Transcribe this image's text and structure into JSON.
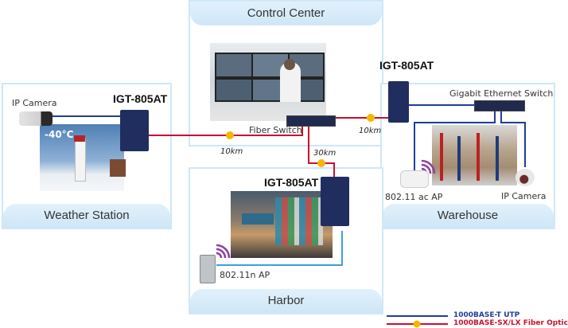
{
  "zones": {
    "control_center": {
      "label": "Control Center"
    },
    "weather_station": {
      "label": "Weather Station"
    },
    "warehouse": {
      "label": "Warehouse"
    },
    "harbor": {
      "label": "Harbor"
    }
  },
  "devices": {
    "weather_converter": {
      "model": "IGT-805AT"
    },
    "warehouse_converter": {
      "model": "IGT-805AT"
    },
    "harbor_converter": {
      "model": "IGT-805AT"
    },
    "fiber_switch": {
      "label": "Fiber Switch"
    },
    "gigabit_switch": {
      "label": "Gigabit Ethernet Switch"
    },
    "weather_camera": {
      "label": "IP Camera"
    },
    "warehouse_camera": {
      "label": "IP Camera"
    },
    "warehouse_ap": {
      "label": "802.11 ac AP"
    },
    "harbor_ap": {
      "label": "802.11n AP"
    }
  },
  "photos": {
    "weather": {
      "overlay_text": "-40°C"
    }
  },
  "links": {
    "weather_distance": "10km",
    "warehouse_distance": "10km",
    "harbor_distance": "30km"
  },
  "legend": {
    "utp": {
      "label": "1000BASE-T UTP",
      "color": "#1f3d99"
    },
    "fiber": {
      "label": "1000BASE-SX/LX Fiber Optic",
      "color": "#c8102e"
    }
  },
  "colors": {
    "zone_border": "#cfe7f7",
    "utp_line": "#1f3d99",
    "fiber_line": "#c8102e",
    "harbor_utp_line": "#3aa0e0",
    "connector": "#f7b500"
  }
}
